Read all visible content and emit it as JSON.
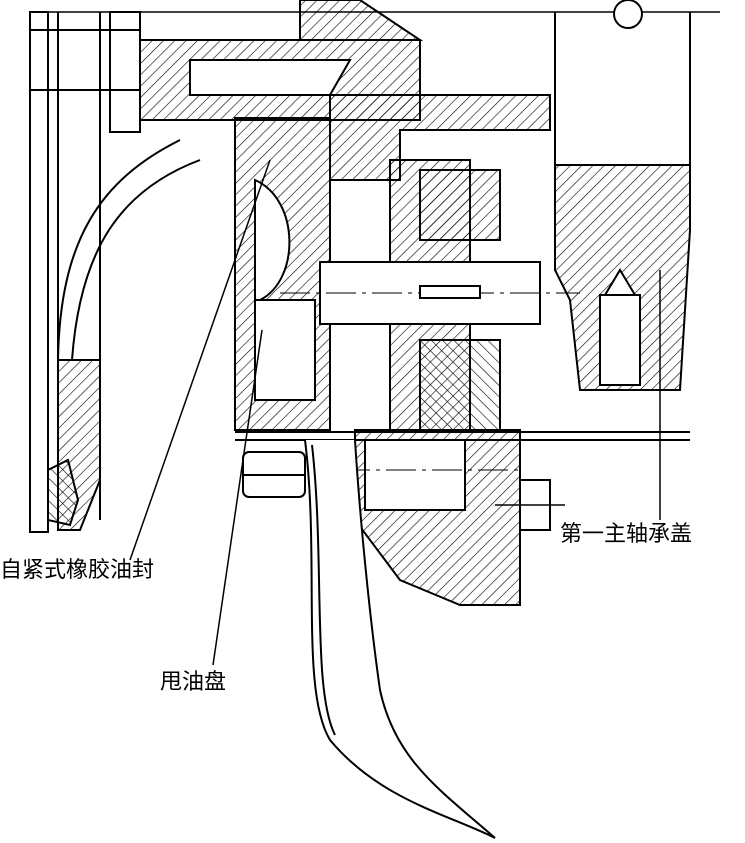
{
  "labels": {
    "oil_seal": "自紧式橡胶油封",
    "oil_slinger": "甩油盘",
    "bearing_cap": "第一主轴承盖"
  }
}
